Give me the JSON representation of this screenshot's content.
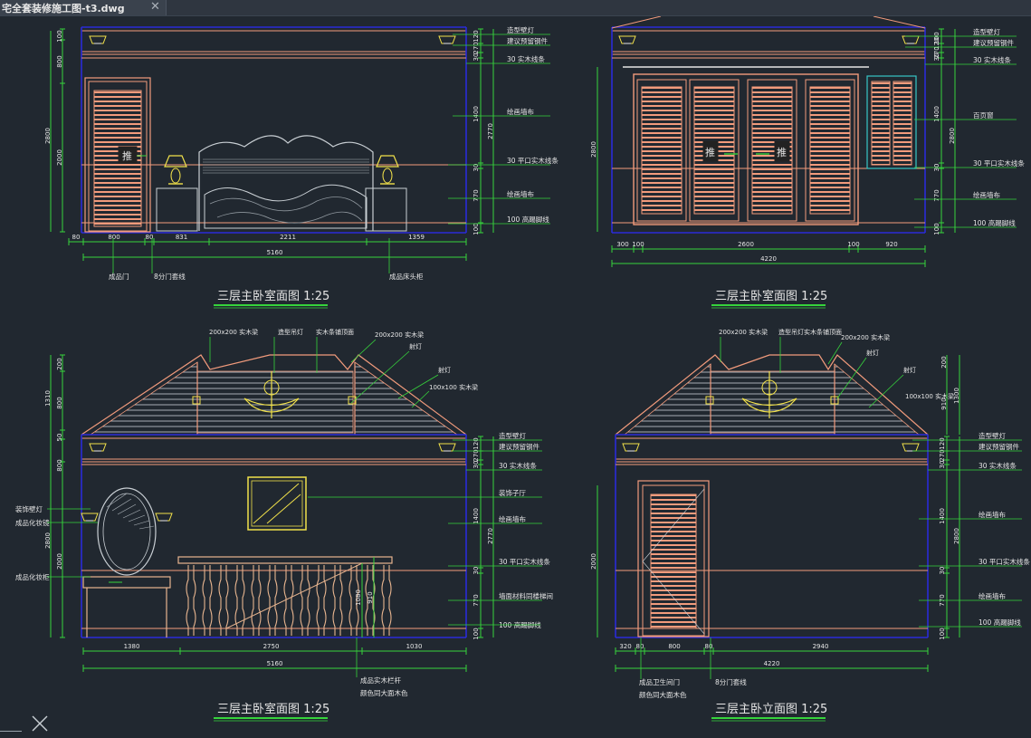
{
  "tab": {
    "title": "宅全套装修施工图-t3.dwg",
    "close_icon": "close-icon"
  },
  "panels": [
    {
      "id": "p1",
      "title": "三层主卧室面图 1:25",
      "top_dims": [
        "100",
        "800",
        "2800",
        "2000"
      ],
      "right_dims": [
        "120",
        "270",
        "30",
        "1400",
        "30",
        "770",
        "100"
      ],
      "bottom_dims": [
        "80",
        "800",
        "80",
        "831",
        "2211",
        "1359"
      ],
      "total_dim": "5160",
      "notes": [
        "造型壁灯",
        "建议预留钢件",
        "30 实木线条",
        "绘画墙布",
        "30 平口实木线条",
        "绘画墙布",
        "100 高踢脚线"
      ],
      "bottom_notes": [
        "成品门",
        "8分门套线",
        "成品床头柜"
      ],
      "door_label": "推"
    },
    {
      "id": "p2",
      "title": "三层主卧室面图 1:25",
      "right_dims": [
        "100",
        "120",
        "270",
        "30",
        "1400",
        "30",
        "770",
        "100"
      ],
      "left_dim": "2800",
      "bottom_dims": [
        "300",
        "100",
        "2600",
        "100",
        "920"
      ],
      "total_dim": "4220",
      "notes": [
        "造型壁灯",
        "建议预留钢件",
        "30 实木线条",
        "百页窗",
        "30 平口实木线条",
        "绘画墙布",
        "100 高踢脚线"
      ],
      "door_labels": [
        "推",
        "推"
      ]
    },
    {
      "id": "p3",
      "title": "三层主卧室面图 1:25",
      "top_notes": [
        "200x200 实木梁",
        "造型吊灯",
        "实木条铺顶面",
        "200x200 实木梁",
        "射灯",
        "射灯",
        "100x100 实木梁"
      ],
      "left_dims": [
        "200",
        "1310",
        "800",
        "50",
        "800",
        "2800",
        "2000"
      ],
      "right_dims": [
        "120",
        "270",
        "30",
        "1400",
        "2770",
        "30",
        "770",
        "100"
      ],
      "bottom_dims": [
        "1380",
        "2750",
        "1030"
      ],
      "total_dim": "5160",
      "notes": [
        "造型壁灯",
        "建议预留钢件",
        "30 实木线条",
        "装饰子厅",
        "绘画墙布",
        "30 平口实木线条",
        "墙面材料同楼梯间",
        "100 高踢脚线"
      ],
      "left_notes": [
        "装饰壁灯",
        "成品化妆镜",
        "成品化妆柜"
      ],
      "bottom_notes": [
        "成品实木栏杆",
        "颜色同大面木色"
      ],
      "rail_dims": [
        "1080",
        "910"
      ]
    },
    {
      "id": "p4",
      "title": "三层主卧立面图 1:25",
      "top_notes": [
        "200x200 实木梁",
        "造型吊灯实木条铺顶面",
        "200x200 实木梁",
        "射灯",
        "射灯",
        "100x100 实木梁"
      ],
      "right_dims": [
        "1300",
        "200",
        "910",
        "120",
        "270",
        "30",
        "1400",
        "2800",
        "30",
        "770",
        "100"
      ],
      "left_dim": "2000",
      "bottom_dims": [
        "320",
        "80",
        "800",
        "80",
        "2940"
      ],
      "total_dim": "4220",
      "notes": [
        "造型壁灯",
        "建议预留钢件",
        "30 实木线条",
        "绘画墙布",
        "30 平口实木线条",
        "绘画墙布",
        "100 高踢脚线"
      ],
      "bottom_notes": [
        "成品卫生间门",
        "颜色同大面木色",
        "8分门套线"
      ]
    }
  ]
}
